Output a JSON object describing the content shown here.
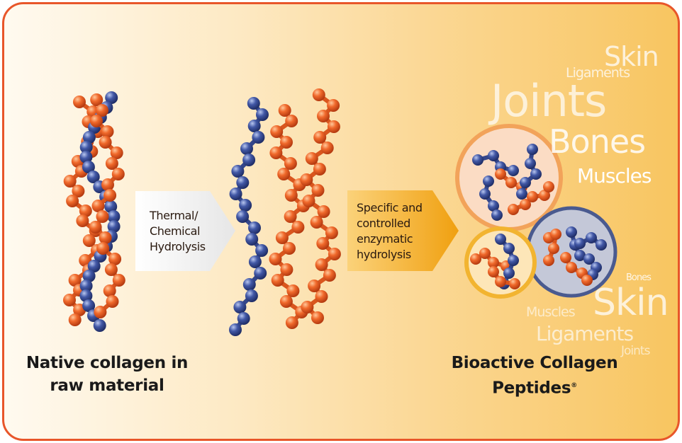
{
  "labels": {
    "native_line1": "Native collagen in",
    "native_line2": "raw material",
    "bio_line1": "Bioactive Collagen",
    "bio_line2": "Peptides",
    "bio_mark": "®",
    "thermal_line1": "Thermal/",
    "thermal_line2": "Chemical",
    "thermal_line3": "Hydrolysis",
    "enzym_line1": "Specific and",
    "enzym_line2": "controlled",
    "enzym_line3": "enzymatic",
    "enzym_line4": "hydrolysis"
  },
  "words": {
    "skin_top": "Skin",
    "ligaments_top": "Ligaments",
    "joints_top": "Joints",
    "bones_top": "Bones",
    "muscles_top": "Muscles",
    "bones_bottom": "Bones",
    "skin_bottom": "Skin",
    "muscles_bottom": "Muscles",
    "ligaments_bottom": "Ligaments",
    "joints_bottom": "Joints"
  },
  "colors": {
    "border": "#e8562a",
    "orange_bead": "#ee6a2c",
    "blue_bead": "#3f55a0",
    "arrow_white": "#f2f2f2",
    "arrow_orange": "#f4a81e"
  }
}
